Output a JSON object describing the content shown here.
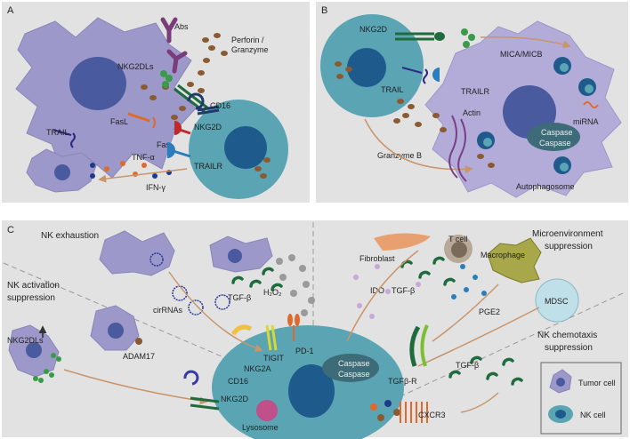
{
  "panels": {
    "a": "A",
    "b": "B",
    "c": "C"
  },
  "panel_a": {
    "abs": "Abs",
    "perforin_line1": "Perforin /",
    "perforin_line2": "Granzyme",
    "nkg2dls": "NKG2DLs",
    "fasl": "FasL",
    "cd16": "CD16",
    "nkg2d": "NKG2D",
    "trail": "TRAIL",
    "fas": "Fas",
    "trailr": "TRAILR",
    "tnf": "TNF-α",
    "ifn": "IFN-γ"
  },
  "panel_b": {
    "nkg2d": "NKG2D",
    "mica": "MICA/MICB",
    "trail": "TRAIL",
    "trailr": "TRAILR",
    "actin": "Actin",
    "mirna": "miRNA",
    "caspase1": "Caspase",
    "caspase2": "Caspase",
    "granzyme": "Granzyme B",
    "autophagosome": "Autophagosome"
  },
  "panel_c": {
    "exhaustion": "NK exhaustion",
    "activation_line1": "NK activation",
    "activation_line2": "suppression",
    "micro_line1": "Microenvironment",
    "micro_line2": "suppression",
    "chemo_line1": "NK chemotaxis",
    "chemo_line2": "suppression",
    "cirrnas": "cirRNAs",
    "nkg2dls": "NKG2DLs",
    "adam17": "ADAM17",
    "tgfb1": "TGF-β",
    "h2o2": "H₂O₂",
    "fibroblast": "Fibroblast",
    "tcell": "T cell",
    "macrophage": "Macrophage",
    "mdsc": "MDSC",
    "ido": "IDO",
    "tgfb2": "TGF-β",
    "pge2": "PGE2",
    "pd1": "PD-1",
    "tigit": "TIGIT",
    "nkg2a": "NKG2A",
    "cd16": "CD16",
    "nkg2d": "NKG2D",
    "lysosome": "Lysosome",
    "caspase1": "Caspase",
    "caspase2": "Caspase",
    "tgfbr": "TGFβ-R",
    "cxcr3": "CXCR3",
    "tgfb3": "TGF-β"
  },
  "legend": {
    "tumor": "Tumor cell",
    "nk": "NK cell"
  },
  "colors": {
    "tumor_cell": "#9c98c9",
    "tumor_nucleus": "#4a5a9e",
    "nk_cell": "#5aa4b3",
    "nk_nucleus": "#1f5a8c",
    "granule": "#8a5a33",
    "tgfb": "#1f6b3e",
    "arrow": "#c8956b"
  }
}
